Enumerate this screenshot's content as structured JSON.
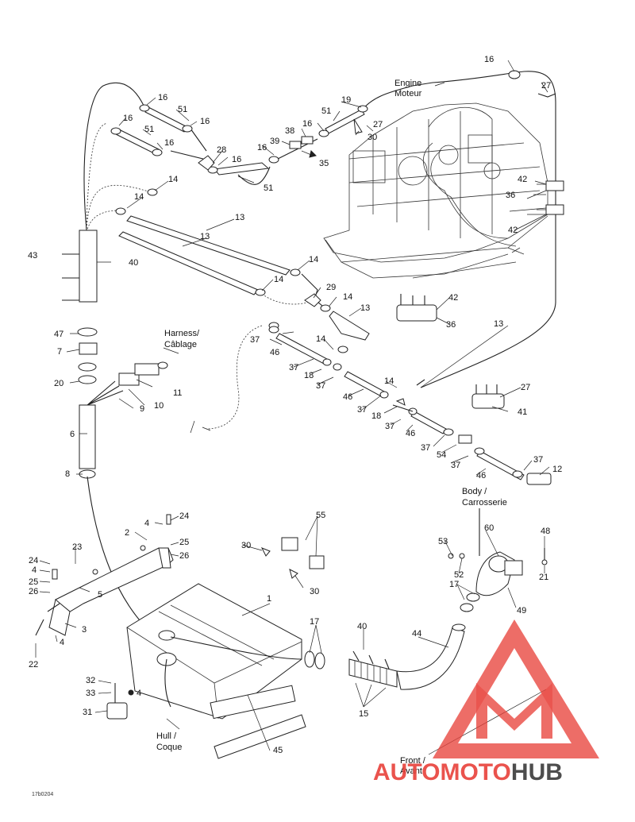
{
  "captions": {
    "engine_en": "Engine",
    "engine_fr": "Moteur",
    "harness_en": "Harness/",
    "harness_fr": "Câblage",
    "body_en": "Body /",
    "body_fr": "Carrosserie",
    "hull_en": "Hull /",
    "hull_fr": "Coque",
    "front_en": "Front /",
    "front_fr": "Avant"
  },
  "callouts": {
    "c16a": "16",
    "c27a": "27",
    "c16b": "16",
    "c51a": "51",
    "c16c": "16",
    "c16d": "16",
    "c51b": "51",
    "c16e": "16",
    "c28": "28",
    "c16f": "16",
    "c51c": "51",
    "c19": "19",
    "c51d": "51",
    "c27b": "27",
    "c30a": "30",
    "c16g": "16",
    "c38": "38",
    "c39": "39",
    "c16h": "16",
    "c35": "35",
    "c14a": "14",
    "c14b": "14",
    "c13a": "13",
    "c13b": "13",
    "c43": "43",
    "c40a": "40",
    "c14c": "14",
    "c14d": "14",
    "c29": "29",
    "c14e": "14",
    "c13c": "13",
    "c42a": "42",
    "c42b": "42",
    "c36a": "36",
    "c42c": "42",
    "c36b": "36",
    "c13d": "13",
    "c47": "47",
    "c7": "7",
    "c20": "20",
    "c11": "11",
    "c10": "10",
    "c9": "9",
    "c6": "6",
    "c8": "8",
    "c37a": "37",
    "c46a": "46",
    "c14f": "14",
    "c37b": "37",
    "c18a": "18",
    "c37c": "37",
    "c46b": "46",
    "c14g": "14",
    "c37d": "37",
    "c18b": "18",
    "c37e": "37",
    "c46c": "46",
    "c37f": "37",
    "c54": "54",
    "c37g": "37",
    "c46d": "46",
    "c37h": "37",
    "c12": "12",
    "c27c": "27",
    "c41": "41",
    "c4a": "4",
    "c24a": "24",
    "c25a": "25",
    "c26a": "26",
    "c2": "2",
    "c23": "23",
    "c24b": "24",
    "c4b": "4",
    "c25b": "25",
    "c26b": "26",
    "c5": "5",
    "c3": "3",
    "c4c": "4",
    "c22": "22",
    "c55": "55",
    "c30b": "30",
    "c30c": "30",
    "c1": "1",
    "c60": "60",
    "c53": "53",
    "c52": "52",
    "c48": "48",
    "c21": "21",
    "c17a": "17",
    "c49": "49",
    "c17b": "17",
    "c40b": "40",
    "c44": "44",
    "c15": "15",
    "c32": "32",
    "c33": "33",
    "c4d": "4",
    "c31": "31",
    "c45": "45"
  },
  "footer": {
    "drawing_code": "17b0204"
  },
  "watermark": {
    "word_auto": "AUTO",
    "word_moto": "MOTO",
    "word_hub": "HUB",
    "red": "#e8413a",
    "grey": "#3a3a3a"
  }
}
